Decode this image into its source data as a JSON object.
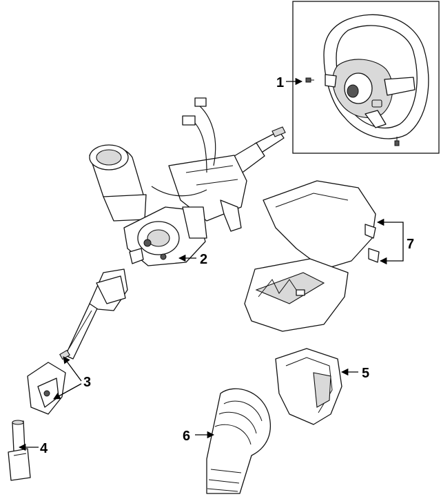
{
  "diagram": {
    "callouts": [
      {
        "id": "c1",
        "label": "1"
      },
      {
        "id": "c2",
        "label": "2"
      },
      {
        "id": "c3",
        "label": "3"
      },
      {
        "id": "c4",
        "label": "4"
      },
      {
        "id": "c5",
        "label": "5"
      },
      {
        "id": "c6",
        "label": "6"
      },
      {
        "id": "c7",
        "label": "7"
      }
    ],
    "parts": [
      {
        "callout": "1",
        "icon": "steering-wheel-icon"
      },
      {
        "callout": "2",
        "icon": "steering-column-icon"
      },
      {
        "callout": "3",
        "icon": "universal-joint-icon"
      },
      {
        "callout": "4",
        "icon": "pinion-shaft-icon"
      },
      {
        "callout": "5",
        "icon": "column-boot-cover-icon"
      },
      {
        "callout": "6",
        "icon": "column-boot-seal-icon"
      },
      {
        "callout": "7",
        "icon": "column-cover-icon"
      }
    ]
  }
}
